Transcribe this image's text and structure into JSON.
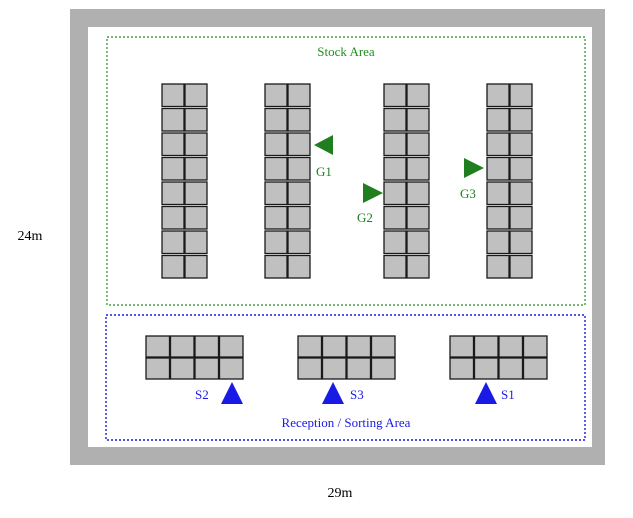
{
  "dimensions": {
    "height_label": "24m",
    "width_label": "29m"
  },
  "stock_area": {
    "label": "Stock Area",
    "color": "#1f8f1f",
    "rack_columns": 4,
    "rows_per_column": 8,
    "cells_per_row": 2
  },
  "sorting_area": {
    "label": "Reception / Sorting Area",
    "color": "#1a1ae6",
    "rack_groups": 3,
    "rows_per_group": 2,
    "cells_per_row": 4
  },
  "gates": [
    {
      "label": "G1",
      "direction": "left"
    },
    {
      "label": "G2",
      "direction": "right"
    },
    {
      "label": "G3",
      "direction": "right"
    }
  ],
  "stations": [
    {
      "label": "S2"
    },
    {
      "label": "S3"
    },
    {
      "label": "S1"
    }
  ],
  "colors": {
    "building": "#b0b0b0",
    "floor": "#ffffff",
    "rack_fill": "#c0c0c0",
    "rack_stroke": "#1a1a1a",
    "gate": "#1f7f1f",
    "station": "#1a1ae6"
  }
}
